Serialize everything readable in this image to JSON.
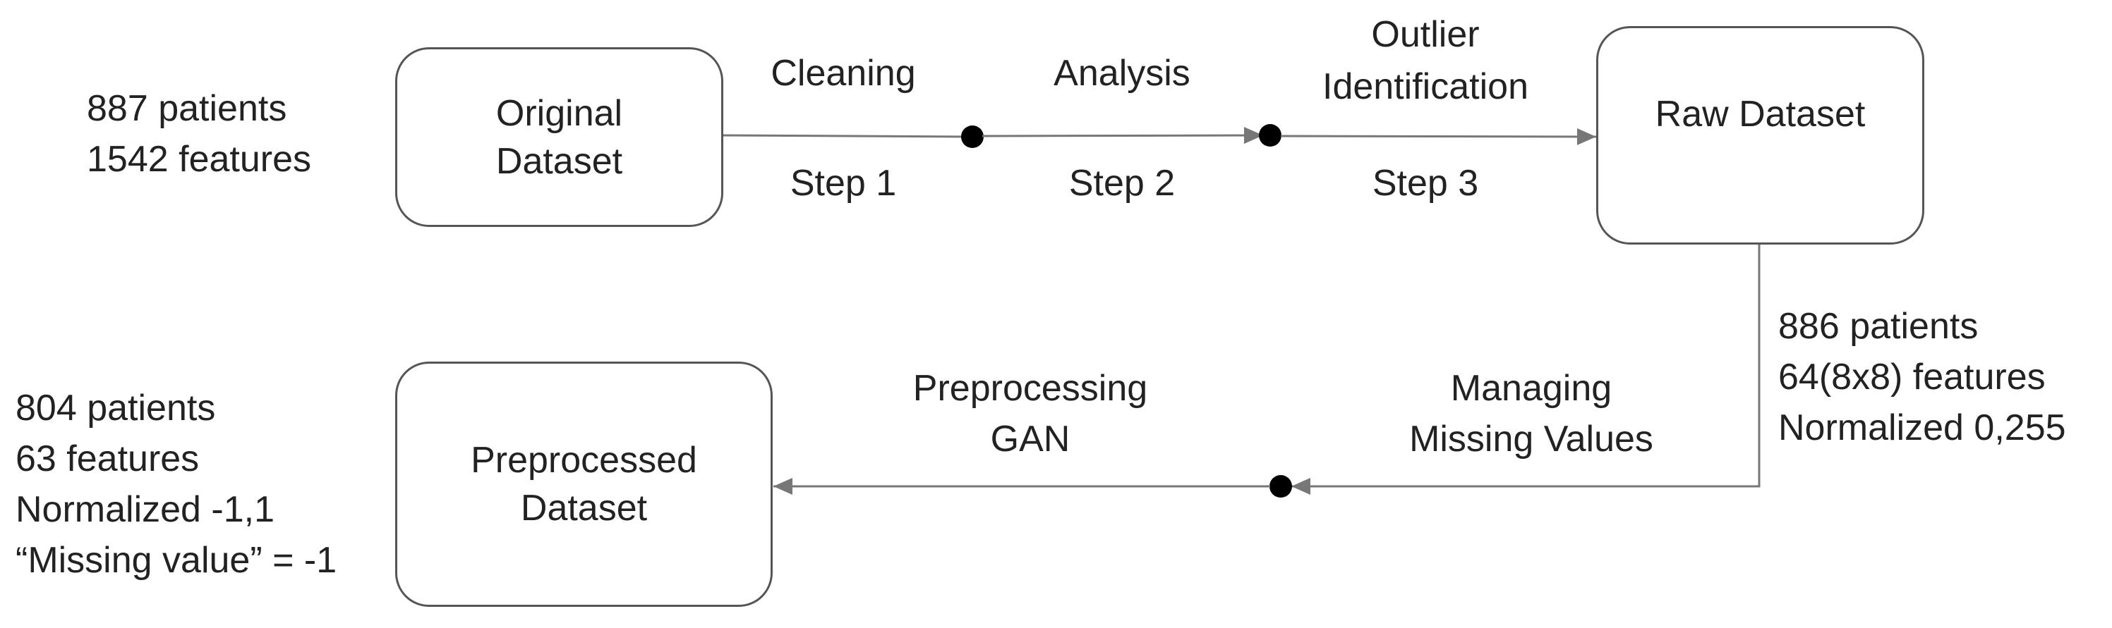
{
  "nodes": {
    "original": {
      "line1": "Original",
      "line2": "Dataset"
    },
    "raw": {
      "line1": "Raw Dataset"
    },
    "preprocessed": {
      "line1": "Preprocessed",
      "line2": "Dataset"
    }
  },
  "annotations": {
    "original_stats": [
      "887 patients",
      "1542 features"
    ],
    "raw_stats": [
      "886 patients",
      "64(8x8) features",
      "Normalized 0,255"
    ],
    "preprocessed_stats": [
      "804 patients",
      "63 features",
      "Normalized -1,1",
      "“Missing value” = -1"
    ]
  },
  "steps": {
    "step1": {
      "name": "Cleaning",
      "label": "Step 1"
    },
    "step2": {
      "name": "Analysis",
      "label": "Step 2"
    },
    "step3": {
      "name_line1": "Outlier",
      "name_line2": "Identification",
      "label": "Step 3"
    },
    "missing": {
      "line1": "Managing",
      "line2": "Missing Values"
    },
    "gan": {
      "line1": "Preprocessing",
      "line2": "GAN"
    }
  },
  "colors": {
    "line": "#777777",
    "dot": "#000000",
    "border": "#555555",
    "text": "#222222"
  }
}
